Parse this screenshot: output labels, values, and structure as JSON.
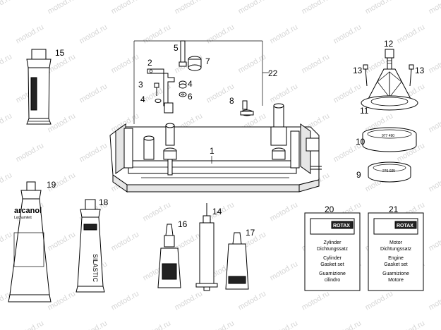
{
  "watermark": "motod.ru",
  "callouts": {
    "c1": "1",
    "c2": "2",
    "c3": "3",
    "c4": "4",
    "c5": "5",
    "c6": "6",
    "c7": "7",
    "c8": "8",
    "c9": "9",
    "c10": "10",
    "c11": "11",
    "c12": "12",
    "c13": "13",
    "c14": "14",
    "c15": "15",
    "c16": "16",
    "c17": "17",
    "c18": "18",
    "c19": "19",
    "c20": "20",
    "c21": "21",
    "c22": "22"
  },
  "labels": {
    "ring_10": "977 490",
    "ring_9": "276 025",
    "arcanol": "arcanol",
    "arcanol_sub": "Lochumfett",
    "silastic": "SILASTIC"
  },
  "cards": [
    {
      "brand": "ROTAX",
      "lines": [
        "Zylinder",
        "Dichtungssatz",
        "Cylinder",
        "Gasket set",
        "Guarnizione",
        "cilindro"
      ]
    },
    {
      "brand": "ROTAX",
      "lines": [
        "Motor",
        "Dichtungssatz",
        "Engine",
        "Gasket set",
        "Guarnizione",
        "Motore"
      ]
    }
  ]
}
